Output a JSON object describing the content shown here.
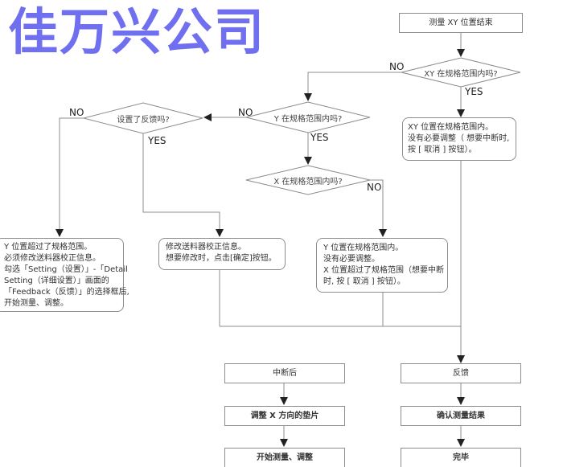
{
  "logo": "佳万兴公司",
  "nodes": {
    "start": "测量 XY 位置结束",
    "d_xy": "XY 在规格范围内吗?",
    "d_y": "Y 在规格范围内吗?",
    "d_feedback": "设置了反馈吗?",
    "d_x": "X 在规格范围内吗?",
    "box_xy_ok": [
      "XY 位置在规格范围内。",
      "没有必要调整（ 想要中断时,",
      "按 [ 取消 ] 按钮）。"
    ],
    "box_y_out": [
      "Y 位置超过了规格范围。",
      "必须修改送料器校正信息。",
      "勾选「Setting（设置）」-「Detail",
      "Setting（详细设置）」画面的",
      "「Feedback（反馈）」的选择框后,",
      "开始测量、调整。"
    ],
    "box_modify": [
      "修改送料器校正信息。",
      "想要修改时，点击[确定]按钮。"
    ],
    "box_x_out": [
      "Y 位置在规格范围内。",
      "没有必要调整。",
      "X 位置超过了规格范围（想要中断",
      "时, 按 [ 取消 ] 按钮）。"
    ],
    "interrupt": "中断后",
    "adjust_shim": "调整 X 方向的垫片",
    "start_measure": "开始测量、调整",
    "feedback": "反馈",
    "confirm": "确认测量结果",
    "done": "完毕"
  },
  "labels": {
    "yes": "YES",
    "no": "NO"
  },
  "colors": {
    "logo": "#6f6ff0",
    "line": "#8c8c8c",
    "arrow": "#222222"
  }
}
